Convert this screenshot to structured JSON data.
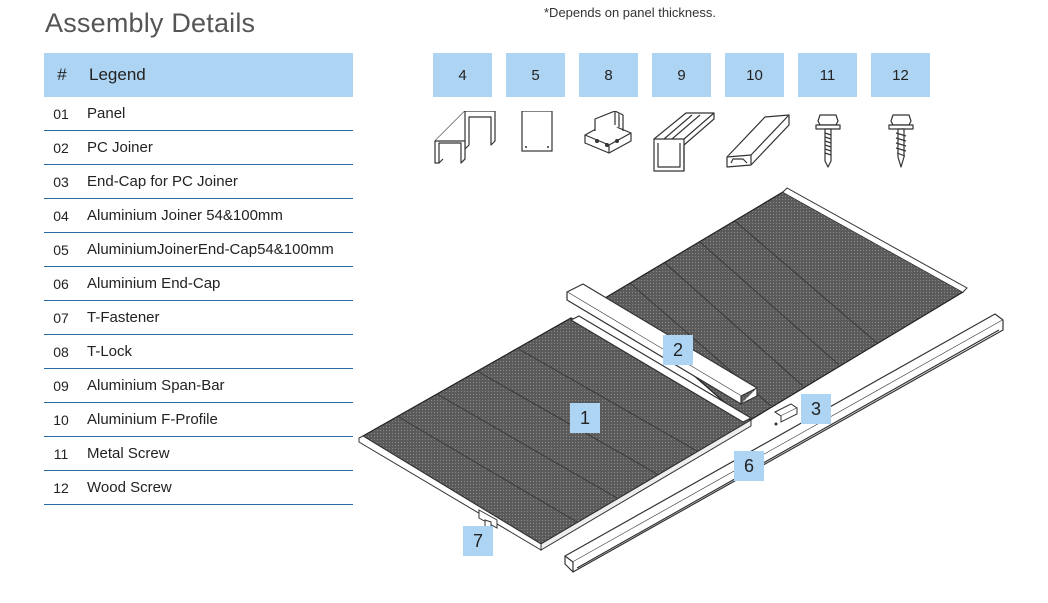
{
  "header": {
    "title": "Assembly Details",
    "note": "*Depends on panel thickness."
  },
  "legend": {
    "col_num": "#",
    "col_label": "Legend",
    "items": [
      {
        "num": "01",
        "label": "Panel"
      },
      {
        "num": "02",
        "label": "PC Joiner"
      },
      {
        "num": "03",
        "label": "End-Cap for PC Joiner"
      },
      {
        "num": "04",
        "label": "Aluminium Joiner 54&100mm"
      },
      {
        "num": "05",
        "label": "AluminiumJoinerEnd-Cap54&100mm"
      },
      {
        "num": "06",
        "label": "Aluminium End-Cap"
      },
      {
        "num": "07",
        "label": "T-Fastener"
      },
      {
        "num": "08",
        "label": "T-Lock"
      },
      {
        "num": "09",
        "label": "Aluminium Span-Bar"
      },
      {
        "num": "10",
        "label": "Aluminium F-Profile"
      },
      {
        "num": "11",
        "label": "Metal Screw"
      },
      {
        "num": "12",
        "label": "Wood Screw"
      }
    ]
  },
  "parts": [
    "4",
    "5",
    "8",
    "9",
    "10",
    "11",
    "12"
  ],
  "callouts": [
    "1",
    "2",
    "3",
    "6",
    "7"
  ],
  "colors": {
    "accent": "#aed4f3",
    "rule": "#2d6ba3",
    "panel": "#5a5a5a"
  }
}
